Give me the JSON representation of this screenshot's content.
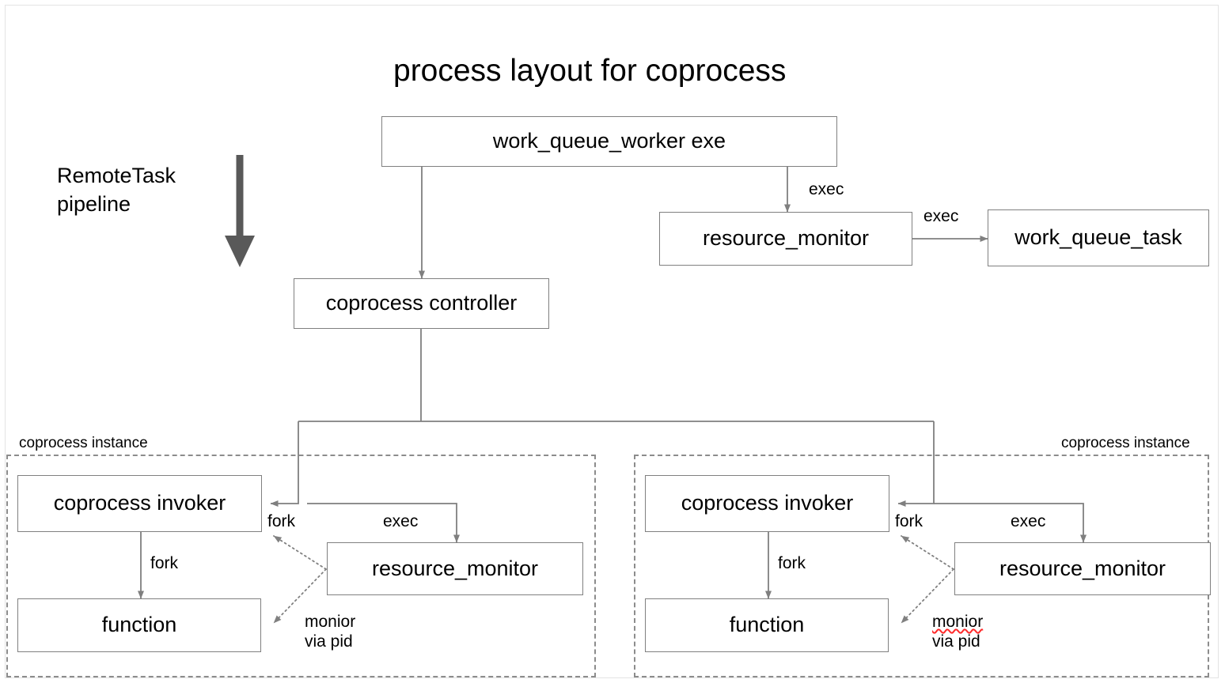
{
  "diagram": {
    "title": "process layout for coprocess",
    "side_note": {
      "line1": "RemoteTask",
      "line2": "pipeline",
      "arrow_icon": "thick-down-arrow-icon"
    },
    "nodes": {
      "worker_exe": "work_queue_worker exe",
      "top_resource_monitor": "resource_monitor",
      "work_queue_task": "work_queue_task",
      "coprocess_controller": "coprocess controller",
      "left_invoker": "coprocess invoker",
      "left_function": "function",
      "left_resource_monitor": "resource_monitor",
      "right_invoker": "coprocess invoker",
      "right_function": "function",
      "right_resource_monitor": "resource_monitor"
    },
    "groups": {
      "left_instance_label": "coprocess instance",
      "right_instance_label": "coprocess instance"
    },
    "edge_labels": {
      "exec_to_top_monitor": "exec",
      "exec_monitor_to_task": "exec",
      "left_fork_invoker": "fork",
      "left_fork_function": "fork",
      "left_exec": "exec",
      "left_monitor_note_line1": "monior",
      "left_monitor_note_line2": "via pid",
      "right_fork_invoker": "fork",
      "right_fork_function": "fork",
      "right_exec": "exec",
      "right_monitor_note_line1": "monior",
      "right_monitor_note_line2": "via pid"
    },
    "colors": {
      "node_border": "#808080",
      "line": "#7f7f7f",
      "dashed_border": "#8c8c8c",
      "arrow_block": "#595959",
      "spellcheck": "#ff2a2a",
      "canvas": "#ffffff",
      "frame": "#e3e3e3"
    }
  }
}
